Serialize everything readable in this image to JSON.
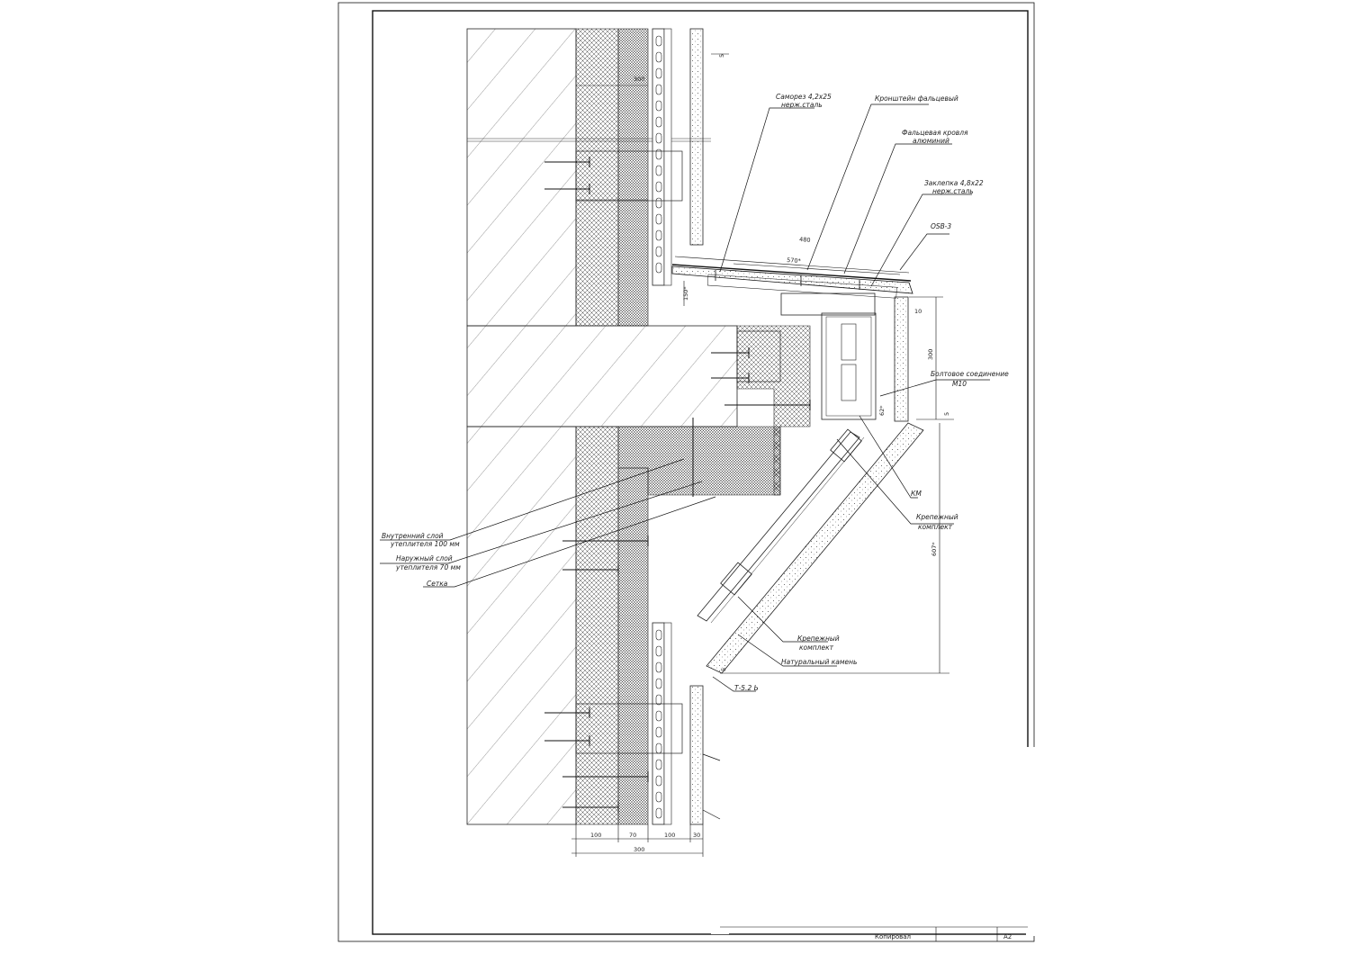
{
  "labels": {
    "screw": [
      "Саморез 4,2х25",
      "нерж.сталь"
    ],
    "bracket": [
      "Кронштейн фальцевый"
    ],
    "roof": [
      "Фальцевая кровля",
      "алюминий"
    ],
    "rivet": [
      "Заклепка 4,8х22",
      "нерж.сталь"
    ],
    "osb": [
      "OSB-3"
    ],
    "bolt": [
      "Болтовое соединение",
      "М10"
    ],
    "km": [
      "КМ"
    ],
    "kit_right": [
      "Крепежный",
      "комплект"
    ],
    "kit_bottom": [
      "Крепежный",
      "комплект"
    ],
    "stone": [
      "Натуральный камень"
    ],
    "inner_insul": [
      "Внутренний слой",
      "утеплителя 100 мм"
    ],
    "outer_insul": [
      "Наружный слой",
      "утеплителя 70 мм"
    ],
    "mesh": [
      "Сетка"
    ],
    "screw_bottom": [
      "Т-5.2 Ь"
    ]
  },
  "dims": {
    "top_300": "300",
    "d_480": "480",
    "d_570": "570*",
    "d_150": "150*",
    "d_10": "10",
    "d_300_right": "300",
    "d_62": "62*",
    "d_5_right": "5",
    "d_5_top": "5",
    "d_5_bottom": "5",
    "d_607": "607*",
    "b_100a": "100",
    "b_70": "70",
    "b_100b": "100",
    "b_30": "30",
    "b_300": "300"
  },
  "stamp": {
    "copied": "Копировал",
    "format": "А2"
  }
}
